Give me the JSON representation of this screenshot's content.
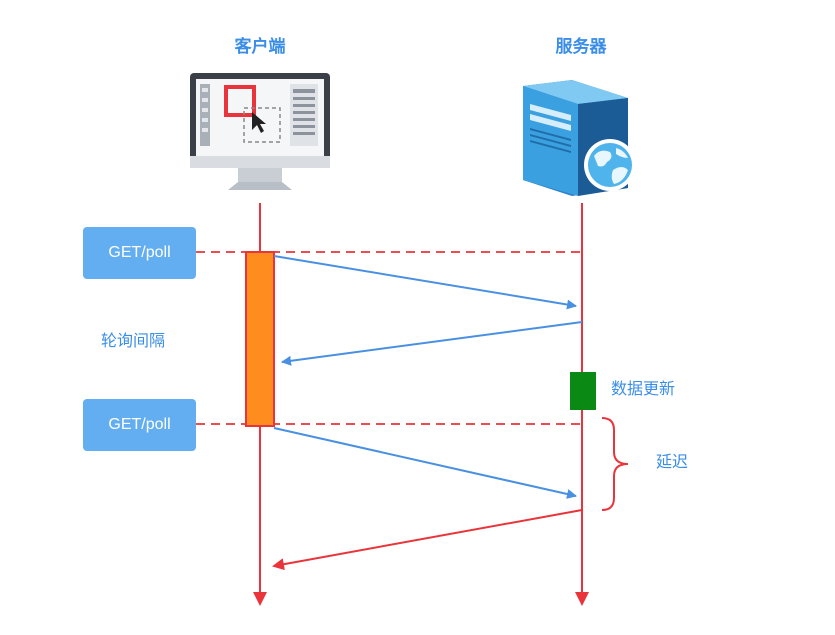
{
  "participants": {
    "client": {
      "label": "客户端",
      "icon": "desktop-monitor-icon"
    },
    "server": {
      "label": "服务器",
      "icon": "server-globe-icon"
    }
  },
  "requests": [
    {
      "label": "GET/poll"
    },
    {
      "label": "GET/poll"
    }
  ],
  "annotations": {
    "poll_interval": "轮询间隔",
    "data_update": "数据更新",
    "delay": "延迟"
  },
  "colors": {
    "lifeline": "#e8343a",
    "request_arrow": "#4a90e2",
    "late_response_arrow": "#e8343a",
    "activation_client": "#ff8c1f",
    "activation_server": "#0a8a14",
    "request_box": "#63aef0",
    "text": "#3a8ee8",
    "brace": "#e8343a"
  }
}
